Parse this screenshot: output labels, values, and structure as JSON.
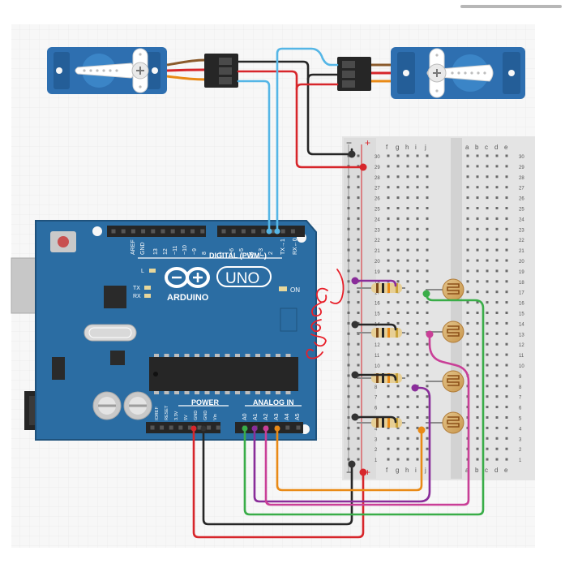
{
  "arduino": {
    "brand": "ARDUINO",
    "model": "UNO",
    "on_label": "ON",
    "digital_label": "DIGITAL (PWM~)",
    "power_label": "POWER",
    "analog_label": "ANALOG IN",
    "l_label": "L",
    "tx_label": "TX",
    "rx_label": "RX",
    "digital_pins": [
      "AREF",
      "GND",
      "13",
      "12",
      "~11",
      "~10",
      "~9",
      "8",
      "7",
      "~6",
      "~5",
      "4",
      "~3",
      "2",
      "TX→1",
      "RX←0"
    ],
    "power_pins": [
      "IOREF",
      "RESET",
      "3.3V",
      "5V",
      "GND",
      "GND",
      "Vin"
    ],
    "analog_pins": [
      "A0",
      "A1",
      "A2",
      "A3",
      "A4",
      "A5"
    ]
  },
  "breadboard": {
    "rail_minus": "−",
    "rail_plus": "+",
    "left_letters": [
      "f",
      "g",
      "h",
      "i",
      "j"
    ],
    "right_letters": [
      "a",
      "b",
      "c",
      "d",
      "e"
    ],
    "row_count": 30
  },
  "colors": {
    "board": "#2b6da3",
    "board_dark": "#1f527c",
    "servo": "#2e6fb0",
    "wire_red": "#d7262b",
    "wire_black": "#262626",
    "wire_cyan": "#55b6e6",
    "wire_orange": "#e98a16",
    "wire_purple": "#8a2d9a",
    "wire_magenta": "#c93f97",
    "wire_green": "#39ad48",
    "annotation_red": "#e8202a"
  }
}
